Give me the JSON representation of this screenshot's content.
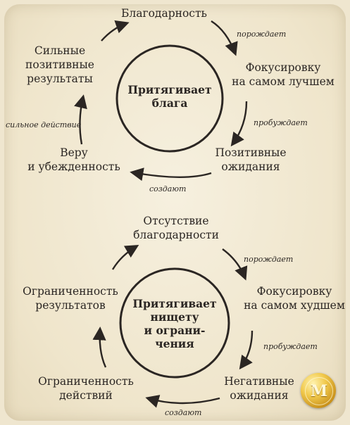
{
  "top_cycle": {
    "center": "Притягивает\nблага",
    "nodes": {
      "gratitude": "Благодарность",
      "focus": "Фокусировку\nна самом лучшем",
      "expectations": "Позитивные\nожидания",
      "faith": "Веру\nи убежденность",
      "results": "Сильные\nпозитивные\nрезультаты"
    },
    "verbs": {
      "generates": "порождает",
      "awakens": "пробуждает",
      "create": "создают",
      "strong_action": "сильное действие"
    }
  },
  "bottom_cycle": {
    "center": "Притягивает\nнищету\nи ограни-\nчения",
    "nodes": {
      "no_gratitude": "Отсутствие\nблагодарности",
      "focus": "Фокусировку\nна самом худшем",
      "expectations": "Негативные\nожидания",
      "actions": "Ограниченность\nдействий",
      "results": "Ограниченность\nрезультатов"
    },
    "verbs": {
      "generates": "порождает",
      "awakens": "пробуждает",
      "create": "создают"
    }
  },
  "badge": {
    "letter": "M",
    "colors": {
      "gold": "#e2b53a",
      "dark_gold": "#a87414"
    }
  },
  "colors": {
    "background": "#efe6cf",
    "ink": "#2b2623"
  }
}
